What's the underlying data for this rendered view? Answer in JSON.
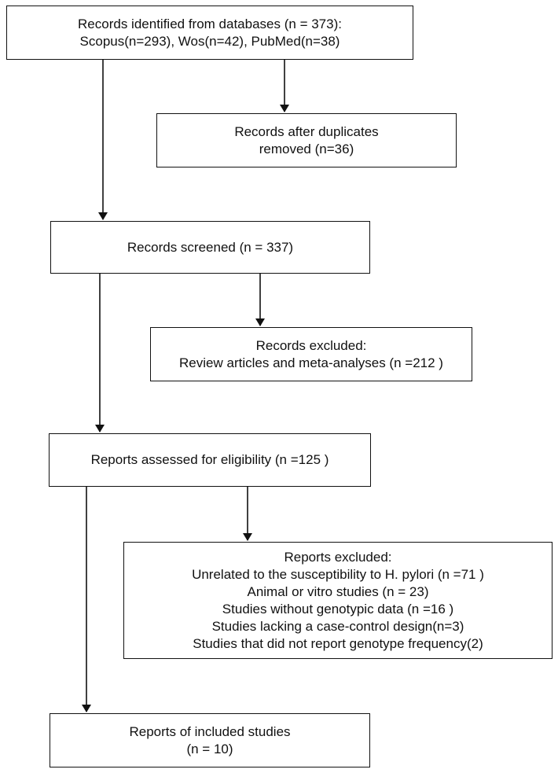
{
  "flow": {
    "identified": {
      "lines": [
        "Records identified from databases (n = 373):",
        "Scopus(n=293), Wos(n=42), PubMed(n=38)"
      ]
    },
    "duplicates": {
      "lines": [
        "Records after duplicates",
        "removed (n=36)"
      ]
    },
    "screened": {
      "lines": [
        "Records screened (n = 337)"
      ]
    },
    "excluded": {
      "lines": [
        "Records excluded:",
        "Review articles and meta-analyses (n =212 )"
      ]
    },
    "assessed": {
      "lines": [
        "Reports assessed for eligibility (n =125 )"
      ]
    },
    "reports_excluded": {
      "lines": [
        "Reports excluded:",
        "Unrelated to the susceptibility to H. pylori (n =71 )",
        "Animal or vitro studies (n = 23)",
        "Studies without genotypic data (n =16 )",
        "Studies lacking a case-control design(n=3)",
        "Studies that did not report genotype frequency(2)"
      ]
    },
    "included": {
      "lines": [
        "Reports of included studies",
        "(n = 10)"
      ]
    }
  }
}
